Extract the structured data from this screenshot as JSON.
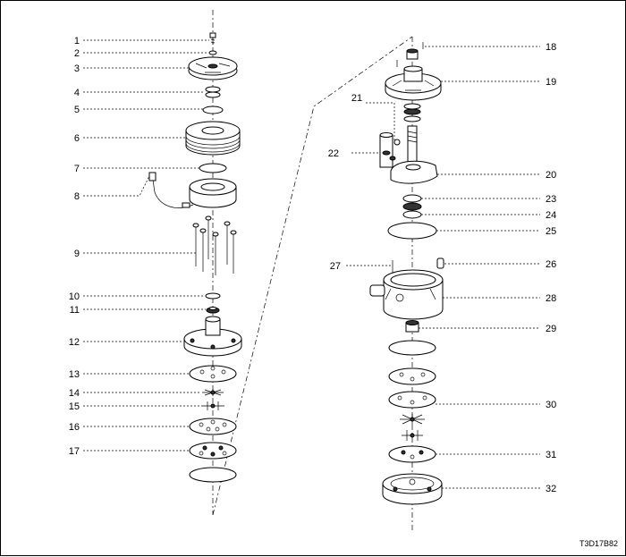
{
  "diagram": {
    "code": "T3D17B82",
    "left_labels": [
      "1",
      "2",
      "3",
      "4",
      "5",
      "6",
      "7",
      "8",
      "9",
      "10",
      "11",
      "12",
      "13",
      "14",
      "15",
      "16",
      "17"
    ],
    "right_labels": [
      "18",
      "19",
      "20",
      "21",
      "22",
      "23",
      "24",
      "25",
      "26",
      "27",
      "28",
      "29",
      "30",
      "31",
      "32"
    ]
  }
}
